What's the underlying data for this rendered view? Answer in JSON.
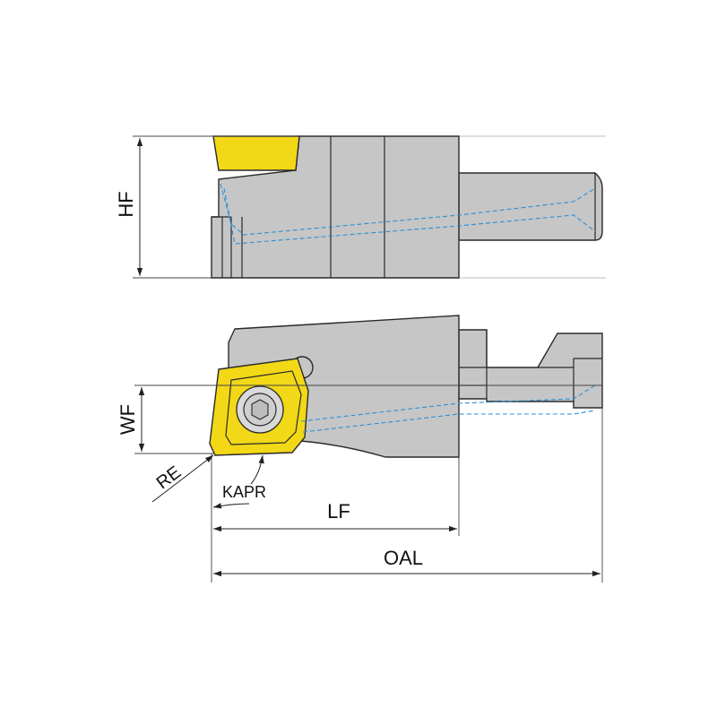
{
  "colors": {
    "body": "#c6c6c6",
    "outline": "#2a2a2a",
    "insert": "#f2d816",
    "coolant": "#2b8fd6",
    "background": "#ffffff"
  },
  "labels": {
    "hf": "HF",
    "wf": "WF",
    "re": "RE",
    "kapr": "KAPR",
    "lf": "LF",
    "oal": "OAL"
  }
}
